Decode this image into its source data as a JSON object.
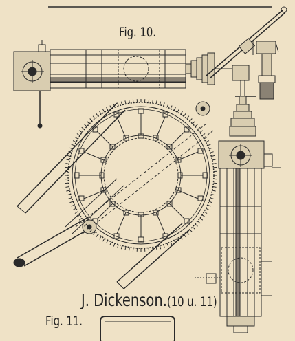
{
  "figure_10_label": "Fig. 10.",
  "figure_11_label": "Fig. 11.",
  "caption": {
    "name": "J. Dickenson.",
    "figures": "(10 u. 11)"
  },
  "colors": {
    "paper": "#efe2c6",
    "ink": "#2a2a2a",
    "fill_light": "#d9cdb0",
    "fill_dark": "#8a8274"
  }
}
